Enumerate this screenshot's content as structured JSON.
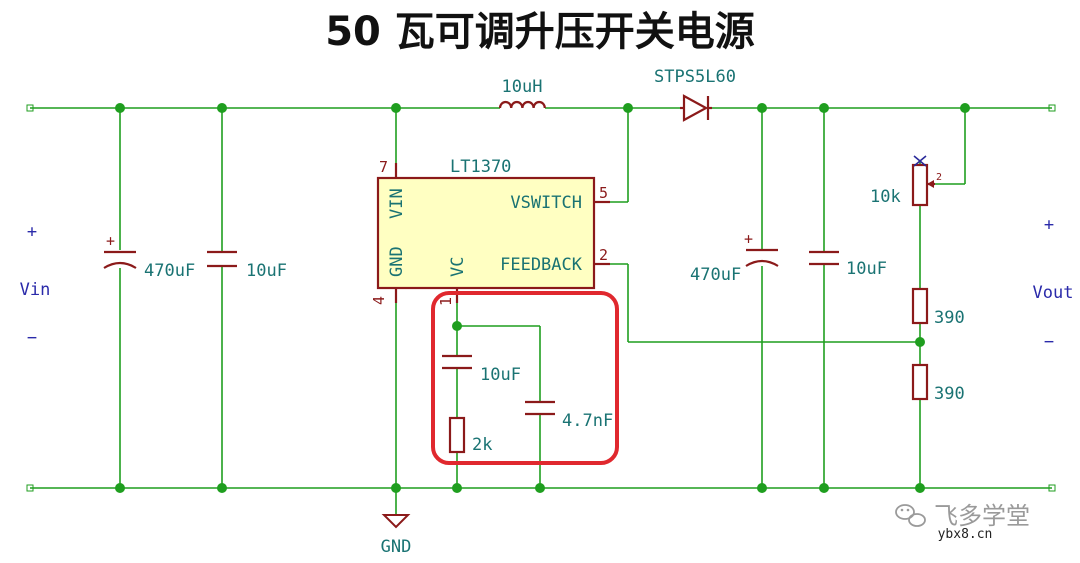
{
  "title": "50 瓦可调升压开关电源",
  "colors": {
    "wire": "#1f9e1f",
    "component": "#8b1a1a",
    "label": "#1a7373",
    "ic_fill": "#ffffc2",
    "highlight": "#e0282e"
  },
  "labels": {
    "vin": "Vin",
    "vin_plus": "+",
    "vin_minus": "−",
    "vout": "Vout",
    "vout_plus": "+",
    "vout_minus": "−",
    "gnd": "GND",
    "inductor": "10uH",
    "diode": "STPS5L60",
    "ic_name": "LT1370",
    "c_in_elec": "470uF",
    "c_in": "10uF",
    "c_out_elec": "470uF",
    "c_out": "10uF",
    "pot": "10k",
    "pot_pin": "2",
    "r_top": "390",
    "r_bottom": "390",
    "c_comp": "10uF",
    "r_comp": "2k",
    "c_comp2": "4.7nF",
    "polarity": "+"
  },
  "ic": {
    "pin_vin": "VIN",
    "pin_gnd": "GND",
    "pin_vc": "VC",
    "pin_vswitch": "VSWITCH",
    "pin_feedback": "FEEDBACK",
    "num_vin": "7",
    "num_gnd": "4",
    "num_vc": "1",
    "num_vswitch": "5",
    "num_feedback": "2"
  },
  "watermark": {
    "text": "飞多学堂",
    "url": "ybx8.cn",
    "icon": "wechat-icon"
  }
}
